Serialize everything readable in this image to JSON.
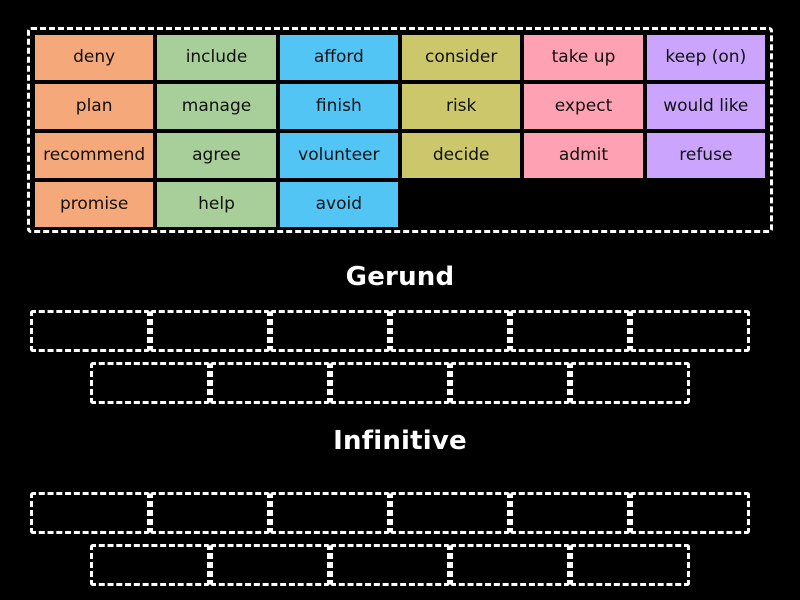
{
  "page": {
    "background_color": "#000000",
    "outline_color": "#ffffff"
  },
  "word_bank": {
    "name": "verb-word-bank",
    "columns": 6,
    "rows": 4,
    "colors": {
      "orange": "#f5a97a",
      "green": "#a8ce9a",
      "blue": "#53c5f5",
      "olive": "#ccc76a",
      "pink": "#fea1b3",
      "purple": "#cba4fd"
    },
    "tiles": [
      {
        "label": "deny",
        "color": "orange"
      },
      {
        "label": "include",
        "color": "green"
      },
      {
        "label": "afford",
        "color": "blue"
      },
      {
        "label": "consider",
        "color": "olive"
      },
      {
        "label": "take up",
        "color": "pink"
      },
      {
        "label": "keep (on)",
        "color": "purple"
      },
      {
        "label": "plan",
        "color": "orange"
      },
      {
        "label": "manage",
        "color": "green"
      },
      {
        "label": "finish",
        "color": "blue"
      },
      {
        "label": "risk",
        "color": "olive"
      },
      {
        "label": "expect",
        "color": "pink"
      },
      {
        "label": "would like",
        "color": "purple"
      },
      {
        "label": "recommend",
        "color": "orange"
      },
      {
        "label": "agree",
        "color": "green"
      },
      {
        "label": "volunteer",
        "color": "blue"
      },
      {
        "label": "decide",
        "color": "olive"
      },
      {
        "label": "admit",
        "color": "pink"
      },
      {
        "label": "refuse",
        "color": "purple"
      },
      {
        "label": "promise",
        "color": "orange"
      },
      {
        "label": "help",
        "color": "green"
      },
      {
        "label": "avoid",
        "color": "blue"
      },
      {
        "label": "",
        "color": "empty"
      },
      {
        "label": "",
        "color": "empty"
      },
      {
        "label": "",
        "color": "empty"
      }
    ]
  },
  "sections": [
    {
      "id": "gerund",
      "title": "Gerund",
      "rows": [
        {
          "slots": [
            {
              "value": "",
              "width": 120
            },
            {
              "value": "",
              "width": 120
            },
            {
              "value": "",
              "width": 120
            },
            {
              "value": "",
              "width": 120
            },
            {
              "value": "",
              "width": 120
            },
            {
              "value": "",
              "width": 120
            }
          ]
        },
        {
          "slots": [
            {
              "value": "",
              "width": 120
            },
            {
              "value": "",
              "width": 120
            },
            {
              "value": "",
              "width": 120
            },
            {
              "value": "",
              "width": 120
            },
            {
              "value": "",
              "width": 120
            }
          ]
        }
      ]
    },
    {
      "id": "infinitive",
      "title": "Infinitive",
      "rows": [
        {
          "slots": [
            {
              "value": "",
              "width": 120
            },
            {
              "value": "",
              "width": 120
            },
            {
              "value": "",
              "width": 120
            },
            {
              "value": "",
              "width": 120
            },
            {
              "value": "",
              "width": 120
            },
            {
              "value": "",
              "width": 120
            }
          ]
        },
        {
          "slots": [
            {
              "value": "",
              "width": 120
            },
            {
              "value": "",
              "width": 120
            },
            {
              "value": "",
              "width": 120
            },
            {
              "value": "",
              "width": 120
            },
            {
              "value": "",
              "width": 120
            }
          ]
        }
      ]
    }
  ]
}
